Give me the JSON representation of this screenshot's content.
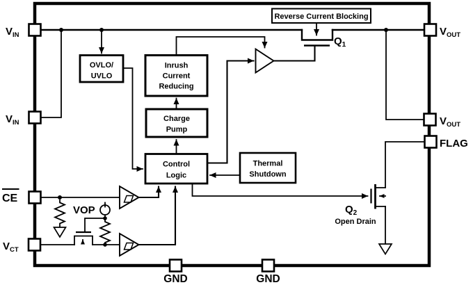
{
  "diagram": {
    "pins": {
      "vin1": {
        "name": "V",
        "sub": "IN"
      },
      "vin2": {
        "name": "V",
        "sub": "IN"
      },
      "ce": {
        "name": "CE"
      },
      "vct": {
        "name": "V",
        "sub": "CT"
      },
      "vout1": {
        "name": "V",
        "sub": "OUT"
      },
      "vout2": {
        "name": "V",
        "sub": "OUT"
      },
      "flag": {
        "name": "FLAG"
      },
      "gnd1": {
        "name": "GND"
      },
      "gnd2": {
        "name": "GND"
      }
    },
    "blocks": {
      "reverse_current_blocking": {
        "label": "Reverse Current Blocking"
      },
      "ovlo_uvlo": {
        "line1": "OVLO/",
        "line2": "UVLO"
      },
      "inrush": {
        "line1": "Inrush",
        "line2": "Current",
        "line3": "Reducing"
      },
      "charge_pump": {
        "line1": "Charge",
        "line2": "Pump"
      },
      "control_logic": {
        "line1": "Control",
        "line2": "Logic"
      },
      "thermal_shutdown": {
        "line1": "Thermal",
        "line2": "Shutdown"
      }
    },
    "transistors": {
      "q1": {
        "name": "Q",
        "sub": "1"
      },
      "q2": {
        "name": "Q",
        "sub": "2",
        "note": "Open Drain"
      }
    },
    "labels": {
      "vop": "VOP"
    },
    "colors": {
      "line": "#000000",
      "background": "#ffffff"
    }
  }
}
